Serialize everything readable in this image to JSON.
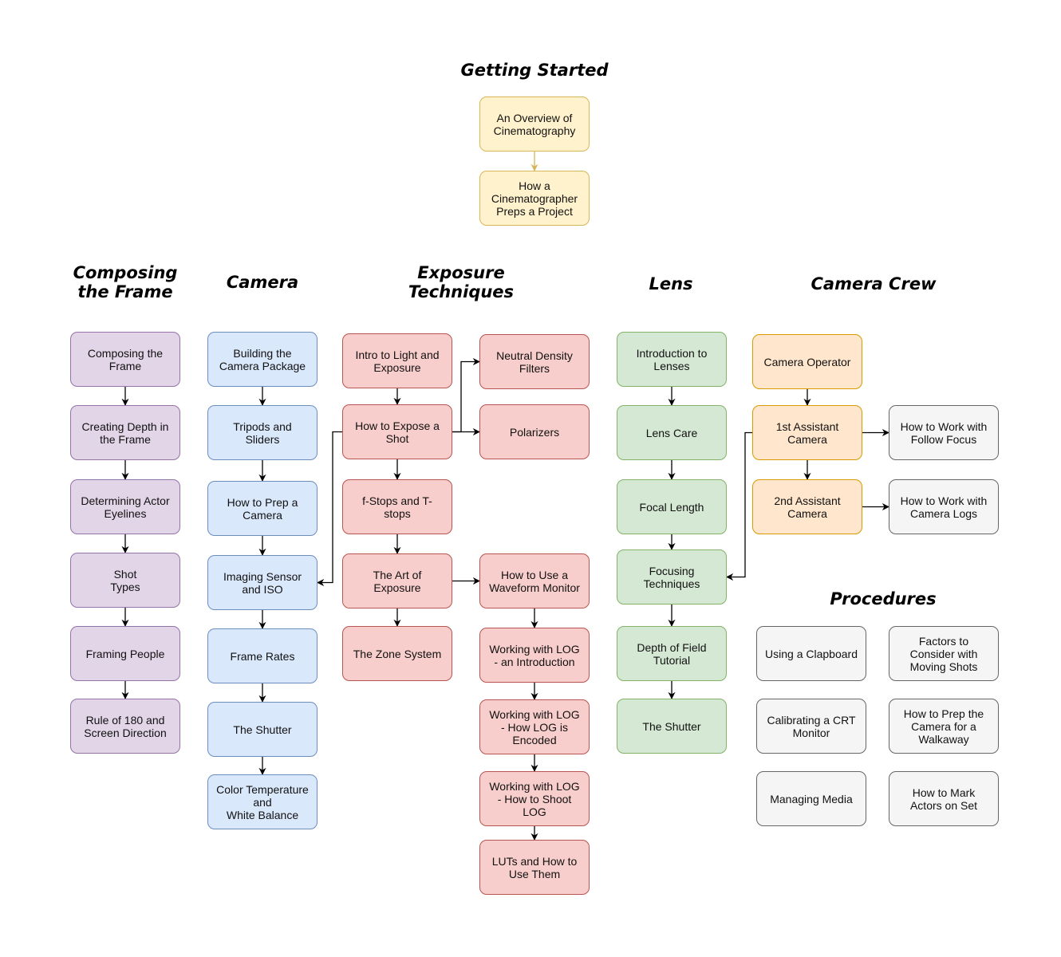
{
  "palette": {
    "yellow": {
      "fill": "#fff2cc",
      "stroke": "#d6b656"
    },
    "purple": {
      "fill": "#e1d5e7",
      "stroke": "#9673a6"
    },
    "blue": {
      "fill": "#dae8fc",
      "stroke": "#6c8ebf"
    },
    "red": {
      "fill": "#f8cecc",
      "stroke": "#b85450"
    },
    "green": {
      "fill": "#d5e8d4",
      "stroke": "#82b366"
    },
    "orange": {
      "fill": "#ffe6cc",
      "stroke": "#d79b00"
    },
    "gray": {
      "fill": "#f5f5f5",
      "stroke": "#666666"
    },
    "edge": "#000000",
    "edge_yellow": "#d6b656"
  },
  "headings": [
    {
      "id": "getting-started",
      "text": "Getting Started"
    },
    {
      "id": "composing",
      "text": "Composing\nthe Frame"
    },
    {
      "id": "camera",
      "text": "Camera"
    },
    {
      "id": "exposure",
      "text": "Exposure\nTechniques"
    },
    {
      "id": "lens",
      "text": "Lens"
    },
    {
      "id": "crew",
      "text": "Camera Crew"
    },
    {
      "id": "procedures",
      "text": "Procedures"
    }
  ],
  "nodes": [
    {
      "id": "gs1",
      "label": "An Overview of\nCinematography",
      "color": "yellow"
    },
    {
      "id": "gs2",
      "label": "How a\nCinematographer\nPreps a Project",
      "color": "yellow"
    },
    {
      "id": "cf1",
      "label": "Composing the\nFrame",
      "color": "purple"
    },
    {
      "id": "cf2",
      "label": "Creating Depth in\nthe Frame",
      "color": "purple"
    },
    {
      "id": "cf3",
      "label": "Determining Actor\nEyelines",
      "color": "purple"
    },
    {
      "id": "cf4",
      "label": "Shot\nTypes",
      "color": "purple"
    },
    {
      "id": "cf5",
      "label": "Framing People",
      "color": "purple"
    },
    {
      "id": "cf6",
      "label": "Rule of 180 and\nScreen Direction",
      "color": "purple"
    },
    {
      "id": "ca1",
      "label": "Building the\nCamera Package",
      "color": "blue"
    },
    {
      "id": "ca2",
      "label": "Tripods and\nSliders",
      "color": "blue"
    },
    {
      "id": "ca3",
      "label": "How to Prep a\nCamera",
      "color": "blue"
    },
    {
      "id": "ca4",
      "label": "Imaging Sensor\nand ISO",
      "color": "blue"
    },
    {
      "id": "ca5",
      "label": "Frame Rates",
      "color": "blue"
    },
    {
      "id": "ca6",
      "label": "The Shutter",
      "color": "blue"
    },
    {
      "id": "ca7",
      "label": "Color Temperature\nand\nWhite Balance",
      "color": "blue"
    },
    {
      "id": "ex1",
      "label": "Intro to Light and\nExposure",
      "color": "red"
    },
    {
      "id": "ex2",
      "label": "How to Expose a\nShot",
      "color": "red"
    },
    {
      "id": "ex3",
      "label": "f-Stops and T-\nstops",
      "color": "red"
    },
    {
      "id": "ex4",
      "label": "The Art of\nExposure",
      "color": "red"
    },
    {
      "id": "ex5",
      "label": "The Zone System",
      "color": "red"
    },
    {
      "id": "ex6",
      "label": "Neutral Density\nFilters",
      "color": "red"
    },
    {
      "id": "ex7",
      "label": "Polarizers",
      "color": "red"
    },
    {
      "id": "ex8",
      "label": "How to Use a\nWaveform Monitor",
      "color": "red"
    },
    {
      "id": "ex9",
      "label": "Working with LOG\n- an Introduction",
      "color": "red"
    },
    {
      "id": "ex10",
      "label": "Working with LOG\n- How LOG is\nEncoded",
      "color": "red"
    },
    {
      "id": "ex11",
      "label": "Working with LOG\n- How to Shoot\nLOG",
      "color": "red"
    },
    {
      "id": "ex12",
      "label": "LUTs and How to\nUse Them",
      "color": "red"
    },
    {
      "id": "le1",
      "label": "Introduction to\nLenses",
      "color": "green"
    },
    {
      "id": "le2",
      "label": "Lens Care",
      "color": "green"
    },
    {
      "id": "le3",
      "label": "Focal Length",
      "color": "green"
    },
    {
      "id": "le4",
      "label": "Focusing\nTechniques",
      "color": "green"
    },
    {
      "id": "le5",
      "label": "Depth of Field\nTutorial",
      "color": "green"
    },
    {
      "id": "le6",
      "label": "The Shutter",
      "color": "green"
    },
    {
      "id": "cr1",
      "label": "Camera Operator",
      "color": "orange"
    },
    {
      "id": "cr2",
      "label": "1st Assistant\nCamera",
      "color": "orange"
    },
    {
      "id": "cr3",
      "label": "2nd Assistant\nCamera",
      "color": "orange"
    },
    {
      "id": "cr4",
      "label": "How to Work with\nFollow Focus",
      "color": "gray"
    },
    {
      "id": "cr5",
      "label": "How to Work with\nCamera Logs",
      "color": "gray"
    },
    {
      "id": "pr1",
      "label": "Using a Clapboard",
      "color": "gray"
    },
    {
      "id": "pr2",
      "label": "Factors to\nConsider with\nMoving Shots",
      "color": "gray"
    },
    {
      "id": "pr3",
      "label": "Calibrating a CRT\nMonitor",
      "color": "gray"
    },
    {
      "id": "pr4",
      "label": "How to Prep the\nCamera for a\nWalkaway",
      "color": "gray"
    },
    {
      "id": "pr5",
      "label": "Managing Media",
      "color": "gray"
    },
    {
      "id": "pr6",
      "label": "How to Mark\nActors on Set",
      "color": "gray"
    }
  ],
  "edges": [
    {
      "from": "gs1",
      "to": "gs2",
      "color": "edge_yellow"
    },
    {
      "from": "cf1",
      "to": "cf2"
    },
    {
      "from": "cf2",
      "to": "cf3"
    },
    {
      "from": "cf3",
      "to": "cf4"
    },
    {
      "from": "cf4",
      "to": "cf5"
    },
    {
      "from": "cf5",
      "to": "cf6"
    },
    {
      "from": "ca1",
      "to": "ca2"
    },
    {
      "from": "ca2",
      "to": "ca3"
    },
    {
      "from": "ca3",
      "to": "ca4"
    },
    {
      "from": "ca4",
      "to": "ca5"
    },
    {
      "from": "ca5",
      "to": "ca6"
    },
    {
      "from": "ca6",
      "to": "ca7"
    },
    {
      "from": "ex1",
      "to": "ex2"
    },
    {
      "from": "ex2",
      "to": "ex3"
    },
    {
      "from": "ex3",
      "to": "ex4"
    },
    {
      "from": "ex4",
      "to": "ex5"
    },
    {
      "from": "ex2",
      "to": "ex6"
    },
    {
      "from": "ex2",
      "to": "ex7"
    },
    {
      "from": "ex2",
      "to": "ca4"
    },
    {
      "from": "ex4",
      "to": "ex8"
    },
    {
      "from": "ex8",
      "to": "ex9"
    },
    {
      "from": "ex9",
      "to": "ex10"
    },
    {
      "from": "ex10",
      "to": "ex11"
    },
    {
      "from": "ex11",
      "to": "ex12"
    },
    {
      "from": "le1",
      "to": "le2"
    },
    {
      "from": "le2",
      "to": "le3"
    },
    {
      "from": "le3",
      "to": "le4"
    },
    {
      "from": "le4",
      "to": "le5"
    },
    {
      "from": "le5",
      "to": "le6"
    },
    {
      "from": "cr1",
      "to": "cr2"
    },
    {
      "from": "cr2",
      "to": "cr3"
    },
    {
      "from": "cr2",
      "to": "cr4"
    },
    {
      "from": "cr3",
      "to": "cr5"
    },
    {
      "from": "cr2",
      "to": "le4"
    }
  ]
}
